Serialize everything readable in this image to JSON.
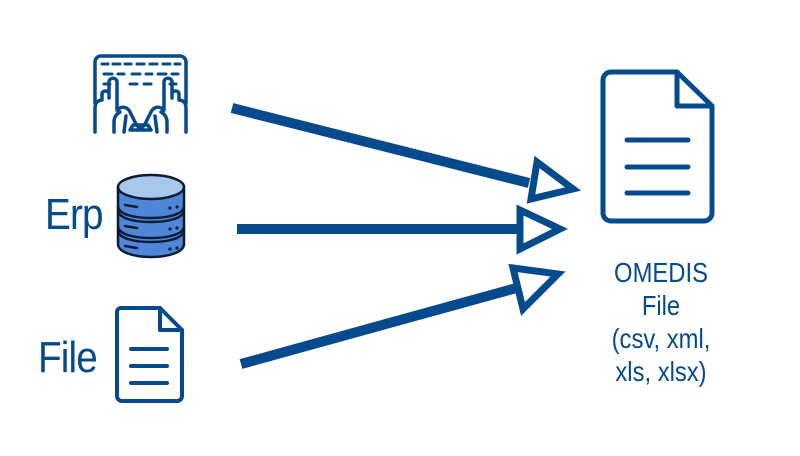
{
  "colors": {
    "primary": "#054a8c",
    "db_fill": "#4f86d9",
    "db_top": "#a9c6ee",
    "db_stroke": "#0b1c33",
    "background": "#ffffff"
  },
  "sources": [
    {
      "id": "keyboard",
      "icon": "keyboard-typing-icon",
      "label": ""
    },
    {
      "id": "erp",
      "icon": "database-icon",
      "label": "Erp"
    },
    {
      "id": "file",
      "icon": "document-icon",
      "label": "File"
    }
  ],
  "target": {
    "icon": "document-icon",
    "caption_lines": [
      "OMEDIS",
      "File",
      "(csv, xml,",
      "xls, xlsx)"
    ]
  },
  "edges": [
    {
      "from": "keyboard",
      "to": "target",
      "style": "hollow-arrow"
    },
    {
      "from": "erp",
      "to": "target",
      "style": "hollow-arrow"
    },
    {
      "from": "file",
      "to": "target",
      "style": "hollow-arrow"
    }
  ]
}
